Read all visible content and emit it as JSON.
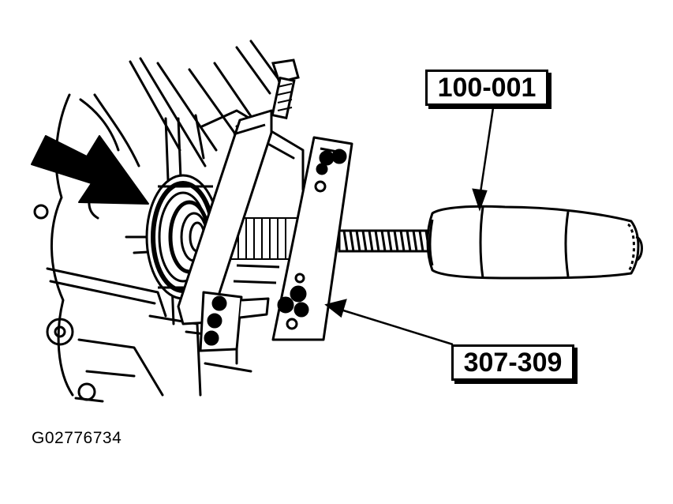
{
  "callouts": {
    "handle_tool": "100-001",
    "puller_tool": "307-309"
  },
  "figure_id": "G02776734",
  "colors": {
    "ink": "#000000",
    "paper": "#ffffff"
  }
}
